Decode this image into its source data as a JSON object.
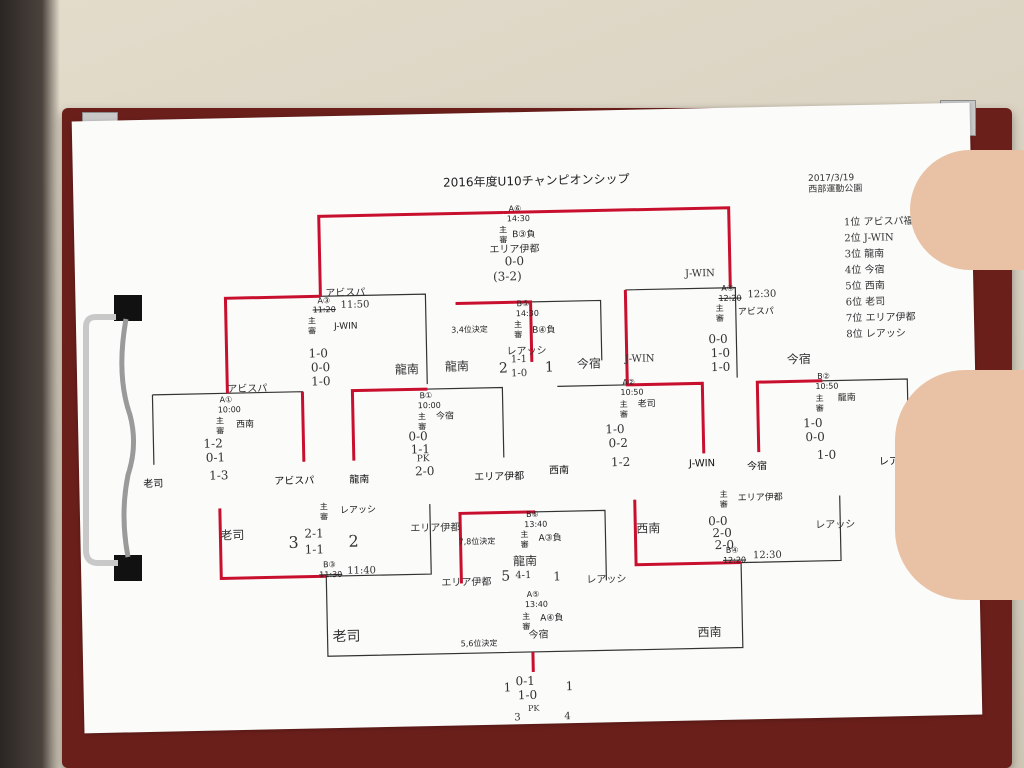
{
  "colors": {
    "winner_line": "#c8102e",
    "bracket_line": "#333333",
    "clipboard": "#6b1f1b"
  },
  "sheet": {
    "title": "2016年度U10チャンピオンシップ",
    "date": "2017/3/19",
    "venue": "西部運動公園"
  },
  "ranking": [
    "1位 アビスパ福岡",
    "2位 J-WIN",
    "3位 龍南",
    "4位 今宿",
    "5位 西南",
    "6位 老司",
    "7位 エリア伊都",
    "8位 レアッシ"
  ],
  "matches": {
    "a6": {
      "code": "A⑥",
      "time": "14:30",
      "ref": "主\n審",
      "note": "B③負",
      "hand_ref": "エリア伊都",
      "score": "0-0",
      "pk": "(3-2)"
    },
    "a3": {
      "code": "A③",
      "time_old": "11:20",
      "time_new": "11:50",
      "ref": "主\n審",
      "note": "J-WIN",
      "score1": "1-0",
      "score2": "0-0",
      "score3": "1-0",
      "winner": "アビスパ"
    },
    "b5": {
      "code": "B⑤",
      "time": "14:30",
      "note": "B④負",
      "label": "3,4位決定",
      "hand_ref": "レアッシ",
      "score": "2",
      "sub1": "1-1",
      "sub2": "1-0",
      "score_right": "1"
    },
    "a4": {
      "code": "A④",
      "time_old": "12:20",
      "time_new": "12:30",
      "note": "アビスパ",
      "score1": "0-0",
      "score2": "1-0",
      "score3": "1-0",
      "winner": "J-WIN"
    },
    "a1": {
      "code": "A①",
      "time": "10:00",
      "note": "西南",
      "score1": "1-2",
      "score2": "0-1",
      "score3": "1-3",
      "winner": "アビスパ"
    },
    "b1": {
      "code": "B①",
      "time": "10:00",
      "note": "今宿",
      "score1": "0-0",
      "score2": "1-1",
      "pk": "PK",
      "score3": "2-0",
      "winner": "龍南"
    },
    "a2": {
      "code": "A②",
      "time": "10:50",
      "note": "老司",
      "score1": "1-0",
      "score2": "0-2",
      "score3": "1-2",
      "winner": "J-WIN"
    },
    "b2": {
      "code": "B②",
      "time": "10:50",
      "note": "龍南",
      "score1": "1-0",
      "score2": "0-0",
      "score3": "1-0",
      "winner": "今宿"
    },
    "b3": {
      "code": "B③",
      "time_old": "11:30",
      "time_new": "11:40",
      "note": "レアッシ",
      "score": "3",
      "sub1": "2-1",
      "sub2": "1-1",
      "score_right": "2"
    },
    "b6": {
      "code": "B⑥",
      "time": "13:40",
      "note": "A③負",
      "label": "7,8位決定",
      "score": "5",
      "sub": "4-1",
      "score_right": "1"
    },
    "a5": {
      "code": "A⑤",
      "time": "13:40",
      "note": "A④負",
      "label": "5,6位決定",
      "hand_ref": "今宿"
    },
    "b4": {
      "code": "B④",
      "time_old": "12:20",
      "time_new": "12:30",
      "note": "エリア伊都",
      "score1": "0-0",
      "score2": "2-0",
      "score3": "2-0"
    },
    "final56": {
      "score1": "0-1",
      "score2": "1-0",
      "right": "1",
      "left": "1",
      "pk": "PK",
      "pk_score_left": "3",
      "pk_score_right": "4"
    }
  },
  "teams": {
    "t1": "老司",
    "t2": "アビスパ",
    "t3": "龍南",
    "t4": "エリア伊都",
    "t5": "西南",
    "t6": "J-WIN",
    "t7": "今宿",
    "t8": "レアッシ"
  },
  "handwritten": {
    "abispa_top": "アビスパ",
    "jwin_top": "J-WIN",
    "ryunan_a3": "龍南",
    "ryunan_b5": "龍南",
    "imajuku_b5": "今宿",
    "jwin_a4": "J-WIN",
    "imajuku_a4": "今宿",
    "abispa_a1": "アビスパ",
    "roji_left": "老司",
    "area_right": "エリア伊都",
    "area_b6": "エリア伊都",
    "reashi_b6": "レアッシ",
    "ryunan_b6": "龍南",
    "nishi_b4": "西南",
    "reashi_b4": "レアッシ",
    "roji_bottom": "老司",
    "nishi_bottom": "西南"
  }
}
